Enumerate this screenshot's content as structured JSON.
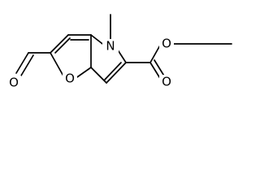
{
  "molecule": {
    "atoms": {
      "ring_nitrogen": "N",
      "ring_oxygen": "O",
      "aldehyde_oxygen": "O",
      "ester_carbonyl_oxygen": "O",
      "ester_ether_oxygen": "O"
    }
  }
}
